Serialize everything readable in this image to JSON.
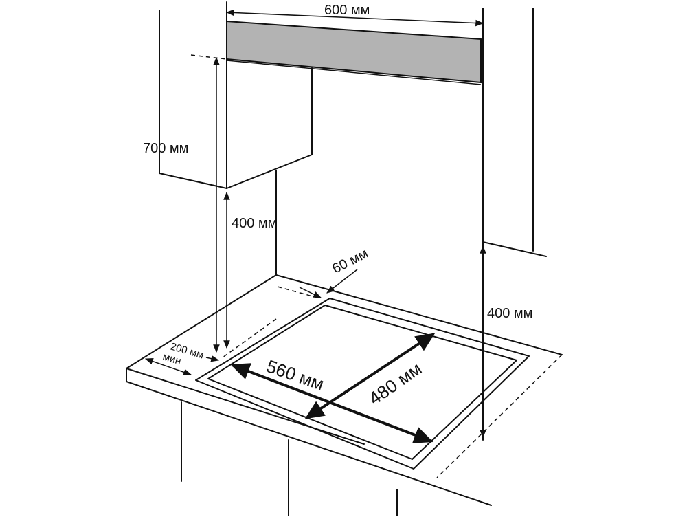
{
  "dimensions": {
    "hood_width": "600 мм",
    "hood_height": "700 мм",
    "cabinet_clearance": "400 мм",
    "wall_cabinet_clearance": "400 мм",
    "back_distance": "60 мм",
    "side_distance_value": "200 мм",
    "side_distance_qualifier": "мин",
    "cutout_width": "560 мм",
    "cutout_depth": "480 мм"
  },
  "colors": {
    "line": "#111111",
    "hood_fill": "#b3b3b3",
    "background": "#ffffff"
  }
}
